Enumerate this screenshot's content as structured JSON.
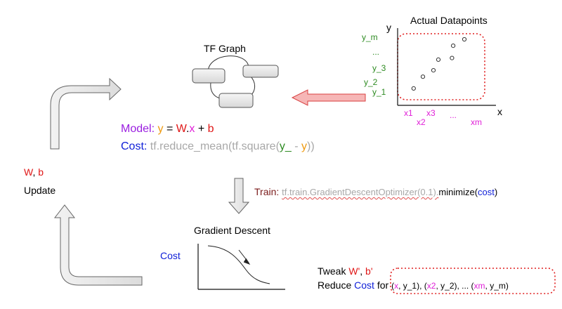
{
  "graph": {
    "title": "TF Graph"
  },
  "model": {
    "label": "Model:",
    "y": "y",
    "eq": "=",
    "w": "W",
    "dot": ".",
    "x": "x",
    "plus": "+",
    "b": "b"
  },
  "cost_line": {
    "label": "Cost:",
    "fn_open": "tf.reduce_mean(tf.square(",
    "y_true": "y_",
    "minus": " - ",
    "y_pred": "y",
    "fn_close": "))"
  },
  "datapoints": {
    "title": "Actual Datapoints",
    "y_axis": "y",
    "x_axis": "x",
    "y_ticks": [
      "y_m",
      "...",
      "y_3",
      "y_2",
      "y_1"
    ],
    "x_ticks": [
      "x1",
      "x3",
      "x2",
      "...",
      "xm"
    ],
    "points": [
      {
        "x": 0.1,
        "y": 0.08
      },
      {
        "x": 0.25,
        "y": 0.3
      },
      {
        "x": 0.42,
        "y": 0.42
      },
      {
        "x": 0.5,
        "y": 0.62
      },
      {
        "x": 0.72,
        "y": 0.65
      },
      {
        "x": 0.74,
        "y": 0.88
      },
      {
        "x": 0.92,
        "y": 1.0
      }
    ]
  },
  "update": {
    "params_w": "W",
    "params_sep": ", ",
    "params_b": "b",
    "label": "Update"
  },
  "train": {
    "label": "Train:",
    "fn": "tf.train.GradientDescentOptimizer(0.1).",
    "minimize": "minimize(",
    "cost": "cost",
    "close": ")"
  },
  "gradient": {
    "title": "Gradient Descent",
    "cost_label": "Cost"
  },
  "tweak": {
    "prefix": "Tweak ",
    "w": "W'",
    "sep": ", ",
    "b": "b'",
    "reduce": "Reduce ",
    "cost": "Cost",
    "for": " for ",
    "pairs": [
      {
        "x": "x",
        "y": "y_1"
      },
      {
        "x": "x2",
        "y": "y_2"
      },
      {
        "x": "xm",
        "y": "y_m"
      }
    ],
    "ellipsis": "...",
    "comma": ", "
  },
  "colors": {
    "purple": "#9a1ee0",
    "orange": "#ee9a10",
    "red": "#e01818",
    "magenta": "#e020d8",
    "blue": "#1020d8",
    "gray": "#a8a8a8",
    "green": "#2e8b22",
    "darkred": "#7a1a1a",
    "dotted_red": "#e02020",
    "arrow_fill": "#f6b6b6",
    "arrow_stroke": "#d84040"
  }
}
